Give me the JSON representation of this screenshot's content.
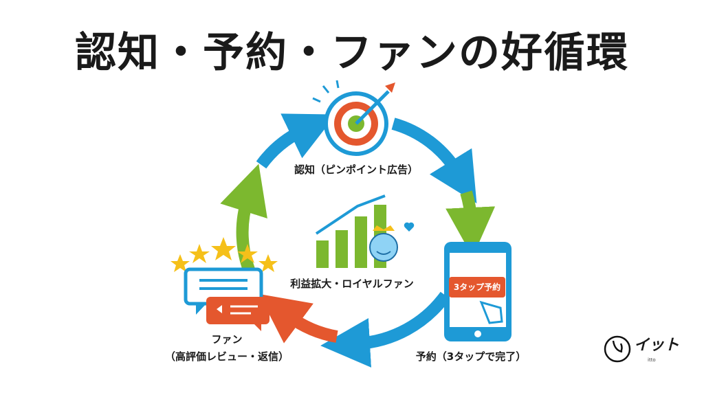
{
  "title": "認知・予約・ファンの好循環",
  "stages": {
    "awareness": "認知（ピンポイント広告）",
    "center": "利益拡大・ロイヤルファン",
    "booking": "予約（3タップで完了）",
    "booking_button": "3タップ予約",
    "fan_line1": "ファン",
    "fan_line2": "（高評価レビュー・返信）"
  },
  "logo": {
    "text": "イット",
    "sub": "itto"
  },
  "colors": {
    "blue": "#1e9ad6",
    "green": "#7cb82f",
    "red": "#e4572e",
    "yellow": "#f5c01a"
  }
}
